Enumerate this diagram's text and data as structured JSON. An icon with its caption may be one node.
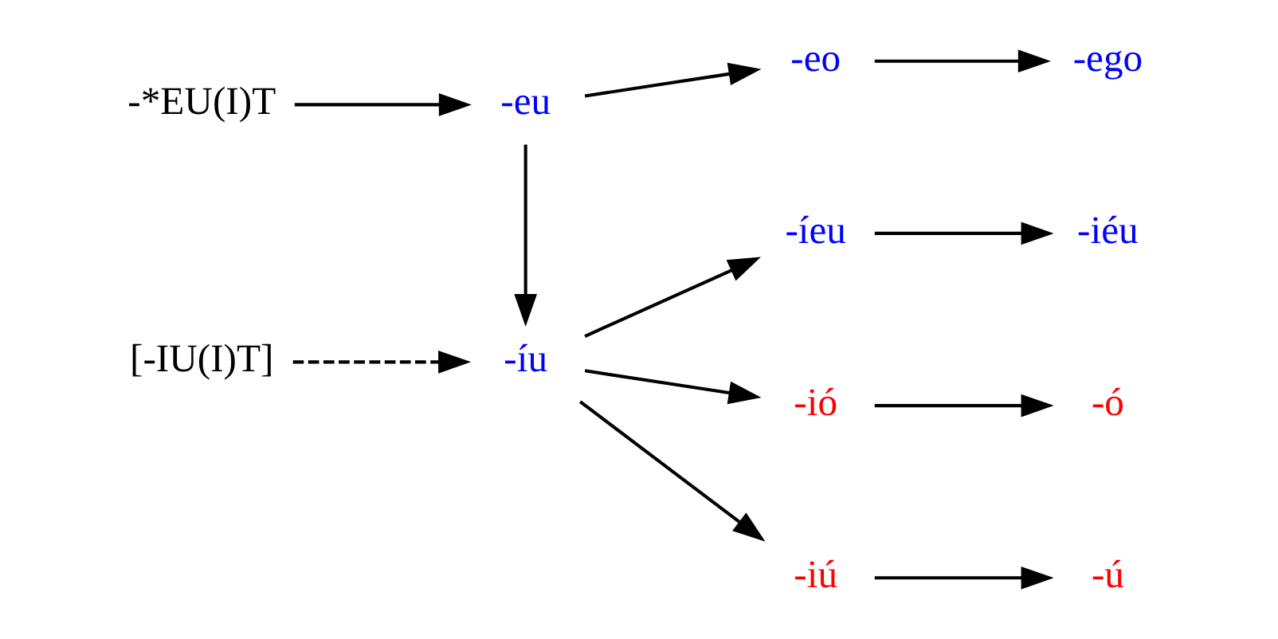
{
  "diagram": {
    "nodes": [
      {
        "text": [
          "-*EU(I)T"
        ]
      },
      {
        "text": [
          "-eu"
        ]
      },
      {
        "text": [
          "-eo"
        ]
      },
      {
        "text": [
          "-ego"
        ]
      },
      {
        "text": [
          "[-IU(I)T]"
        ]
      },
      {
        "text": [
          "-íu"
        ]
      },
      {
        "text": [
          "-íeu"
        ]
      },
      {
        "text": [
          "-iéu"
        ]
      },
      {
        "text": [
          "-ió"
        ]
      },
      {
        "text": [
          "-ó"
        ]
      },
      {
        "text": [
          "-iú"
        ]
      },
      {
        "text": [
          "-ú"
        ]
      }
    ],
    "edges": [
      {
        "from": 0,
        "to": 1,
        "arrow": "to"
      },
      {
        "from": 1,
        "to": 2,
        "arrow": "to"
      },
      {
        "from": 2,
        "to": 3,
        "arrow": "to"
      },
      {
        "from": 1,
        "to": 5,
        "arrow": "to"
      },
      {
        "from": 4,
        "to": 5,
        "arrow": "to",
        "style": "dashed"
      },
      {
        "from": 5,
        "to": 6,
        "arrow": "to"
      },
      {
        "from": 6,
        "to": 7,
        "arrow": "to"
      },
      {
        "from": 5,
        "to": 8,
        "arrow": "to"
      },
      {
        "from": 8,
        "to": 9,
        "arrow": "to"
      },
      {
        "from": 5,
        "to": 10,
        "arrow": "to"
      },
      {
        "from": 10,
        "to": 11,
        "arrow": "to"
      }
    ]
  }
}
